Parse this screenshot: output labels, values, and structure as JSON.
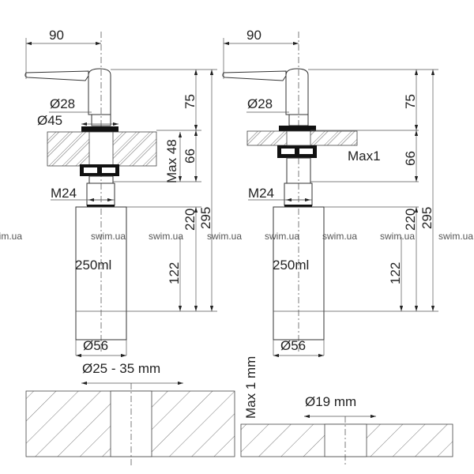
{
  "left_dispenser": {
    "width_90": "90",
    "d28": "Ø28",
    "d45": "Ø45",
    "m24": "M24",
    "volume": "250ml",
    "d56": "Ø56",
    "h75": "75",
    "h66": "66",
    "max48": "Max 48",
    "h295": "295",
    "h220": "220",
    "h122": "122"
  },
  "right_dispenser": {
    "width_90": "90",
    "d28": "Ø28",
    "max1": "Max1",
    "m24": "M24",
    "volume": "250ml",
    "d56": "Ø56",
    "h75": "75",
    "h66": "66",
    "h295": "295",
    "h220": "220",
    "h122": "122"
  },
  "watermark": "swim.ua",
  "cutouts": {
    "thick_hole": "Ø25 - 35 mm",
    "thin_hole": "Ø19 mm",
    "thin_max": "Max 1 mm"
  }
}
